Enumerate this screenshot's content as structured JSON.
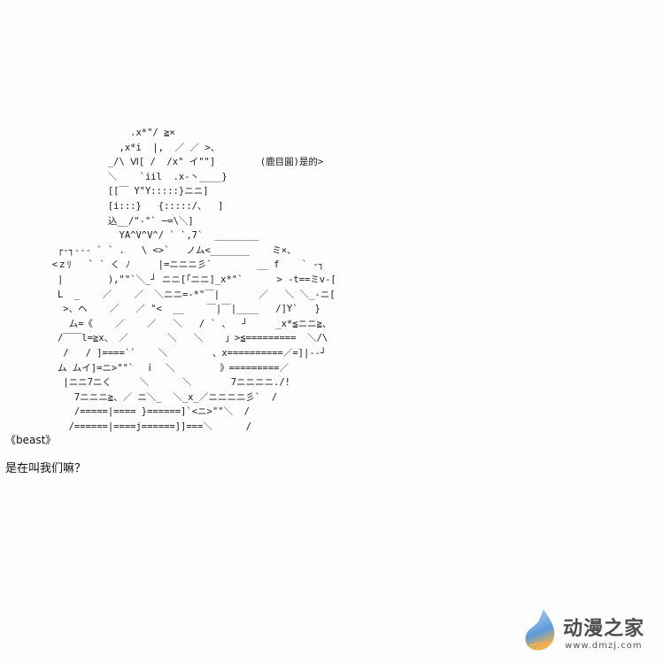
{
  "art": {
    "lines": [
      "                .x*\"/ ≧×",
      "              ,x*i  |,  ／ ／ >、",
      "            _/\\ Ⅵ[ /  /x\" イ\"\"]        (鹿目圓)是的>",
      "            ＼    `iil  .x-丶____}",
      "            [[￣ Y\"Y:::::}ニニ]",
      "            [i:::}   {:::::/、  ]",
      "            込__/\"-\"` ─=\\＼]",
      "              YA^V^V^/ ` `,7`  ________",
      "   ┌-┐--- ` ` .   \\ <>`   ノム<_______    ミ×、",
      "  <ｚﾘ   ` ` く ﾉ     |=ニニニ彡`        __ f    ` ‐┐",
      "   |        ),\"\"`＼_┘ ニニ[「ニニ]_x*\"`      > ‐t==ミv‐[",
      "   L  _    ／    ／  ＼ニニ=-*\"￣|       ／   ＼ ＼_‐ニ[",
      "    >、ヘ    ／   ／ \"<  __    ￣|￣|____   /]Y`   }",
      "     ム=《    ／    ／   ＼   / ` 、  ┘     _x*≦ニニ≧、",
      "   /￣￣l=≧x、 ／       ＼   ＼    」>≦=========  ＼/\\",
      "    /   / ]====``    ＼        、x==========／=]|--┘",
      "   ム ムイ]=ニ>\"\"`  ｉ  ＼        》=========／",
      "    |ニニ7ニく     ＼      ＼       7ニニニニ./!",
      "      7ニニニ≧、／ ニ＼_  ＼_x_／ニニニニ彡`  /",
      "      /=====|==== }======]`<ニ>\"\"＼  /",
      "     /======|====j======]]===＼      /"
    ]
  },
  "speaker_tag": "《beast》",
  "dialogue": "是在叫我们嘛？",
  "watermark": {
    "name": "动漫之家",
    "url": "www.dmzj.com",
    "colors": {
      "drop_top": "#b9d6ef",
      "drop_mid": "#5b9bd8",
      "drop_tip": "#f5b04a",
      "text": "#4d4d4d"
    }
  }
}
